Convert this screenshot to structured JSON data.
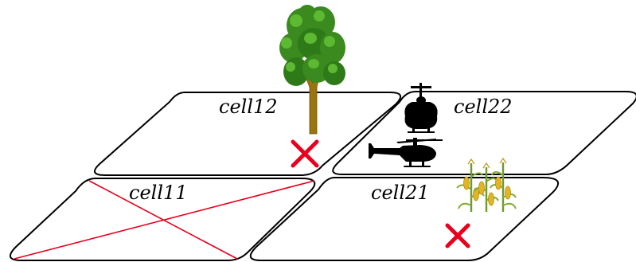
{
  "cells": [
    {
      "id": "cell12",
      "label": "cell12"
    },
    {
      "id": "cell22",
      "label": "cell22"
    },
    {
      "id": "cell11",
      "label": "cell11"
    },
    {
      "id": "cell21",
      "label": "cell21"
    }
  ],
  "icons": {
    "tree": "tree-icon",
    "helicopter_top": "helicopter-icon",
    "helicopter_side": "helicopter-icon",
    "corn": "corn-plant-icon",
    "cross": "cross-mark-icon"
  },
  "colors": {
    "outline": "#000000",
    "cross": "#e8001c",
    "diagonal": "#e8001c",
    "foliage": "#3a8a1f",
    "foliage_light": "#5db832",
    "trunk": "#9a7410",
    "corn_stalk": "#6f9a2a",
    "corn_cob": "#e2b622"
  }
}
